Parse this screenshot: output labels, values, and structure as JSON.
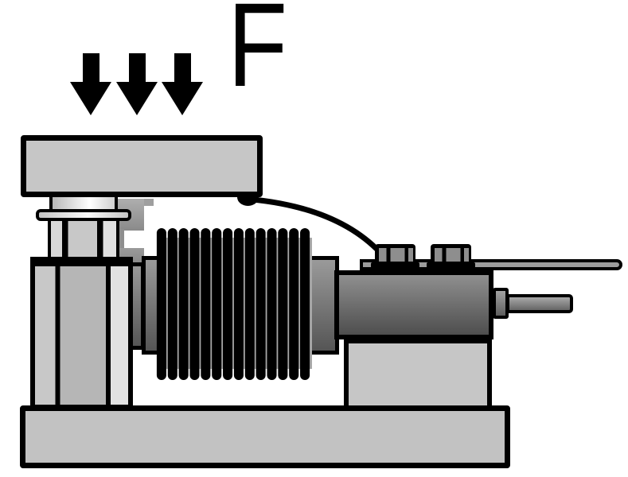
{
  "diagram": {
    "title": "load-cell side view with applied force",
    "force_label": "F",
    "force_arrow_count": 3,
    "bellows_ridge_count": 14,
    "colors": {
      "outline": "#000000",
      "background": "#ffffff",
      "plate_fill": "#c6c6c6",
      "base_fill": "#c2c2c2",
      "body_top": "#8f8f8f",
      "body_bottom": "#4e4e4e",
      "bellows_ridge": "#000000",
      "bellows_slit": "#a8a8a8",
      "bracket_fill": "#9a9a9a",
      "mounting_plate_fill": "#9c9c9c",
      "bolt_facet": "#8e8e8e"
    }
  }
}
